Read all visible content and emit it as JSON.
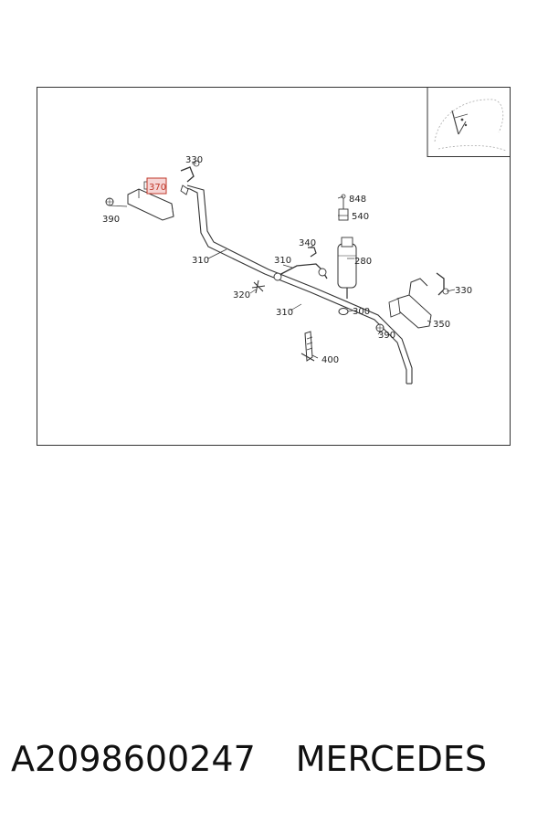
{
  "diagram": {
    "callouts": {
      "c330a": "330",
      "c370": "370",
      "c390a": "390",
      "c310a": "310",
      "c848": "848",
      "c540": "540",
      "c340": "340",
      "c280": "280",
      "c310b": "310",
      "c320": "320",
      "c310c": "310",
      "c300": "300",
      "c330b": "330",
      "c350": "350",
      "c390b": "390",
      "c400": "400"
    },
    "highlight_callout": "370",
    "colors": {
      "line": "#333333",
      "highlight": "#c0392b",
      "highlight_fill": "#f6d5d5"
    }
  },
  "caption": {
    "part_number": "A2098600247",
    "brand": "MERCEDES"
  }
}
